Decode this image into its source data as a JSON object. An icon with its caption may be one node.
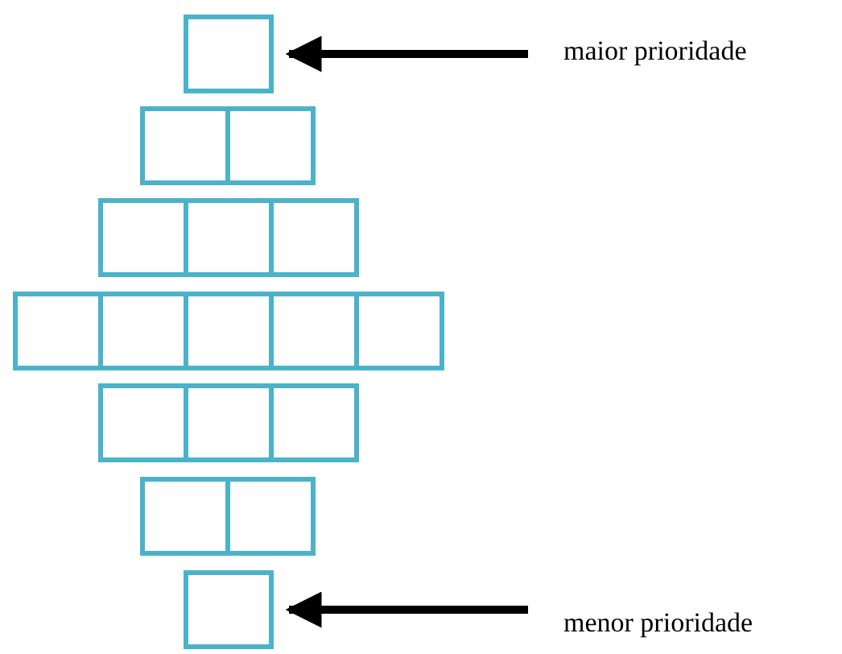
{
  "diagram": {
    "nodes": [
      {
        "text": [],
        "shape": "box"
      },
      {
        "text": [],
        "shape": "box"
      },
      {
        "text": [],
        "shape": "box"
      },
      {
        "text": [],
        "shape": "box"
      },
      {
        "text": [],
        "shape": "box"
      },
      {
        "text": [],
        "shape": "box"
      },
      {
        "text": [],
        "shape": "box"
      },
      {
        "text": [],
        "shape": "box"
      },
      {
        "text": [],
        "shape": "box"
      },
      {
        "text": [],
        "shape": "box"
      },
      {
        "text": [],
        "shape": "box"
      },
      {
        "text": [],
        "shape": "box"
      },
      {
        "text": [],
        "shape": "box"
      },
      {
        "text": [],
        "shape": "box"
      },
      {
        "text": [],
        "shape": "box"
      },
      {
        "text": [],
        "shape": "box"
      },
      {
        "text": [],
        "shape": "box"
      },
      {
        "text": [
          "maior prioridade"
        ]
      },
      {
        "text": [
          "menor prioridade"
        ]
      }
    ],
    "edges": [
      {
        "from": 17,
        "to": 0,
        "arrow": "to"
      },
      {
        "from": 18,
        "to": 16,
        "arrow": "to"
      }
    ]
  }
}
